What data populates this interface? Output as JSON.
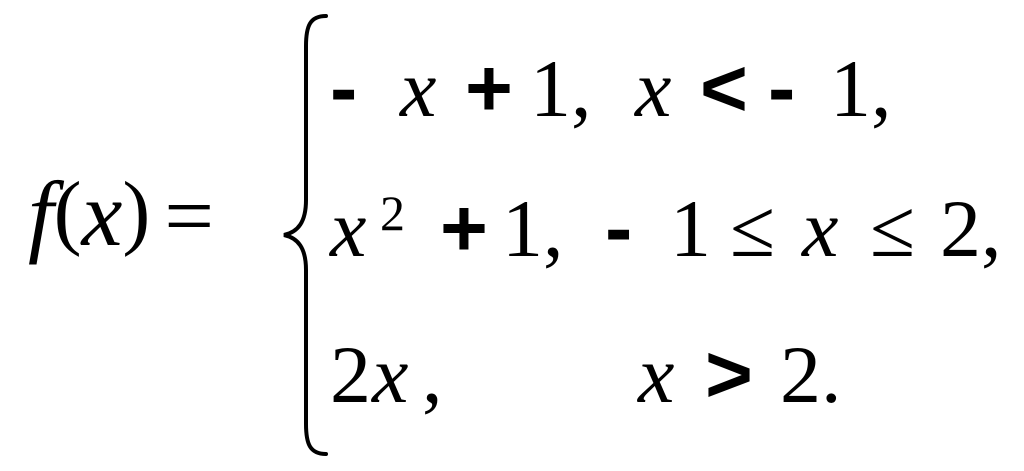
{
  "lhs": {
    "func": "f",
    "open": "(",
    "var": "x",
    "close": ")",
    "eq": "="
  },
  "cases": [
    {
      "expr": {
        "t1": "-",
        "t2": "x",
        "t3": "+",
        "t4": "1,",
        "full": "- x + 1,"
      },
      "cond": {
        "t1": "x",
        "t2": "<",
        "t3": "-",
        "t4": "1,",
        "full": "x < - 1,"
      }
    },
    {
      "expr": {
        "t1": "x",
        "t2": "2",
        "t3": "+",
        "t4": "1,",
        "full": "x2 + 1,"
      },
      "cond": {
        "t1": "-",
        "t2": "1",
        "t3": "≤",
        "t4": "x",
        "t5": "≤",
        "t6": "2,",
        "full": "- 1 ≤ x ≤ 2,"
      }
    },
    {
      "expr": {
        "t1": "2",
        "t2": "x",
        "t3": ",",
        "full": "2x,"
      },
      "cond": {
        "t1": "x",
        "t2": ">",
        "t3": "2.",
        "full": "x > 2."
      }
    }
  ]
}
